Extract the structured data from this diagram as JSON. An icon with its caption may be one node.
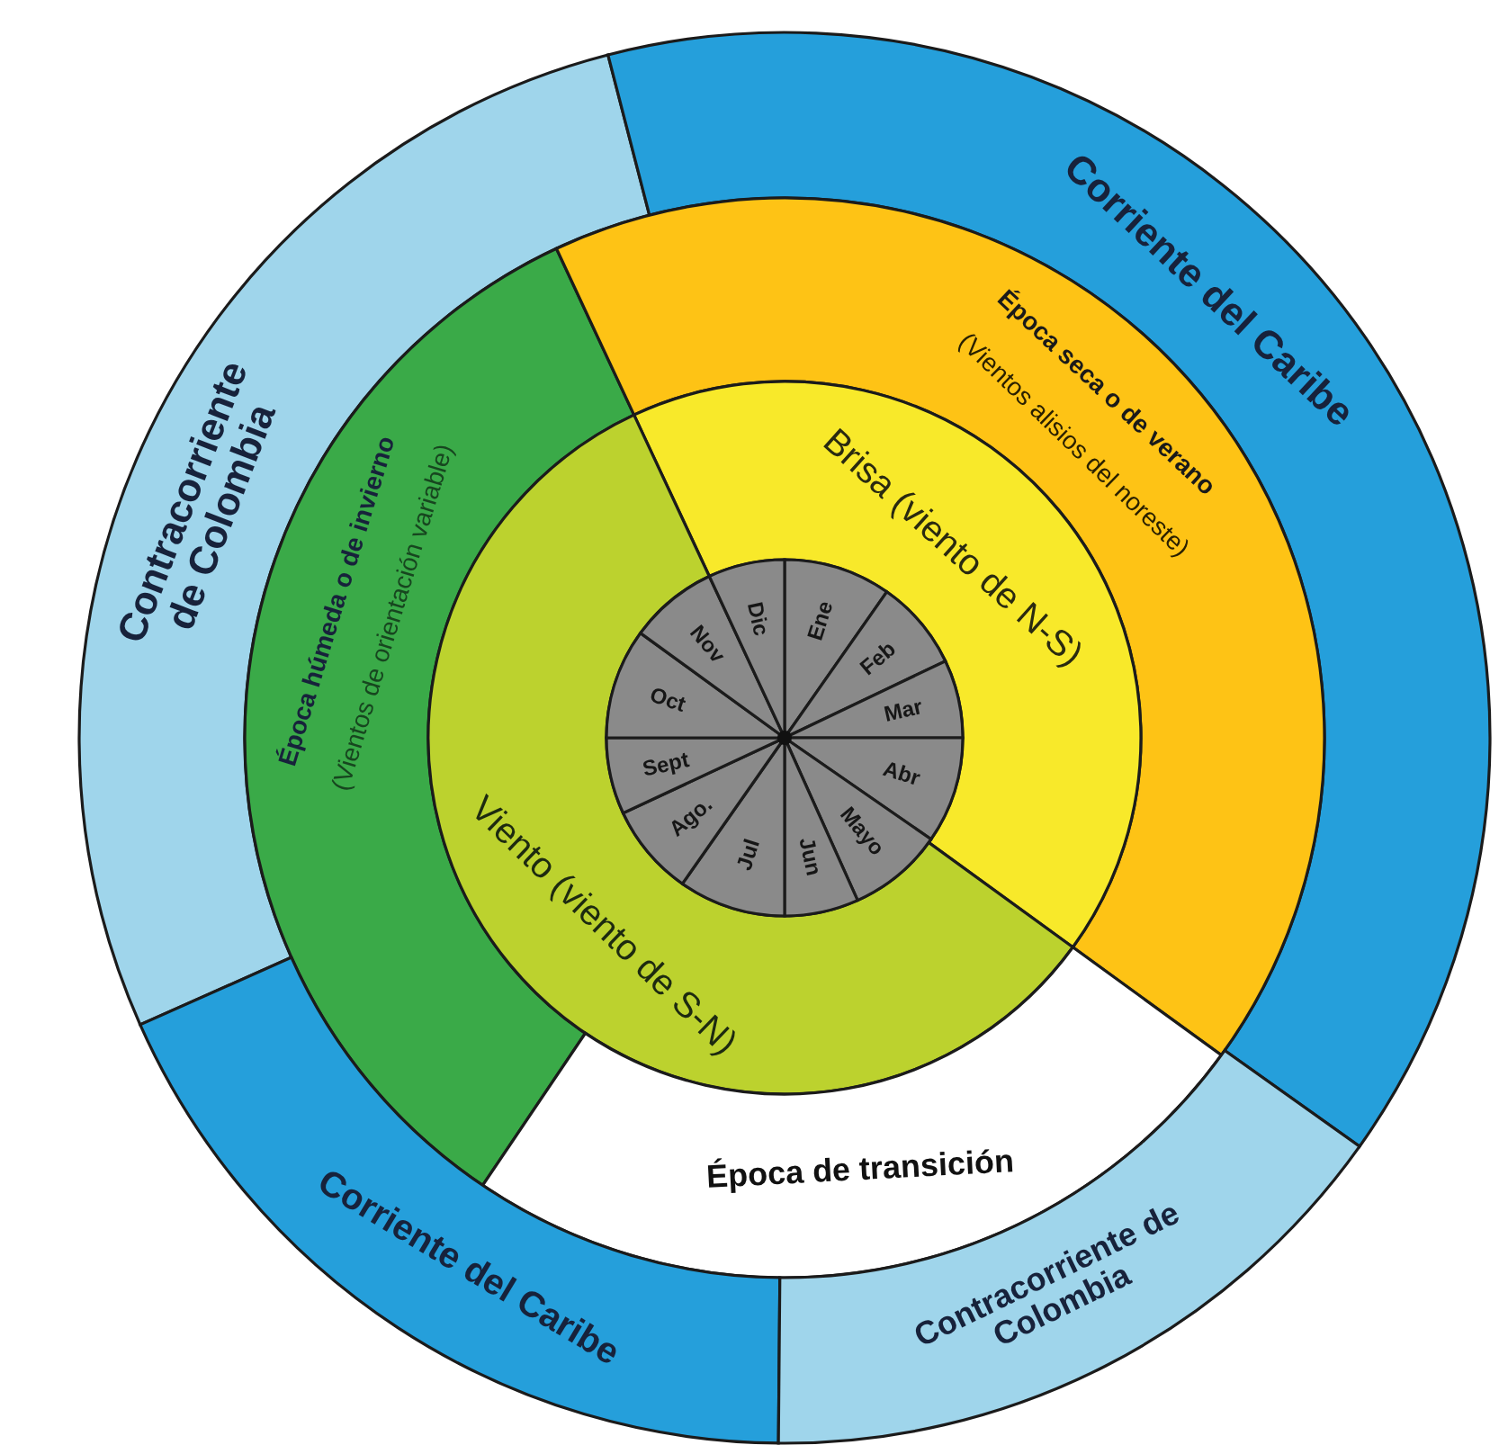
{
  "diagram": {
    "nodes": [
      {
        "text": [
          "Contracorriente de Colombia"
        ]
      },
      {
        "text": [
          "Corriente del Caribe"
        ]
      },
      {
        "text": [
          "Época húmeda o de invierno",
          "(Vientos de orientación variable)"
        ]
      },
      {
        "text": [
          "Época seca o de verano",
          "(Vientos alisios del noreste)"
        ]
      },
      {
        "text": [
          "Brisa (viento de N-S)"
        ]
      },
      {
        "text": [
          "Viento (viento de S-N)"
        ]
      },
      {
        "text": [
          "Ene"
        ]
      },
      {
        "text": [
          "Feb"
        ]
      },
      {
        "text": [
          "Mar"
        ]
      },
      {
        "text": [
          "Abr"
        ]
      },
      {
        "text": [
          "Mayo"
        ]
      },
      {
        "text": [
          "Jun"
        ]
      },
      {
        "text": [
          "Jul"
        ]
      },
      {
        "text": [
          "Ago."
        ]
      },
      {
        "text": [
          "Sept"
        ]
      },
      {
        "text": [
          "Oct"
        ]
      },
      {
        "text": [
          "Nov"
        ]
      },
      {
        "text": [
          "Dic"
        ]
      },
      {
        "text": [
          "Época de transición"
        ]
      },
      {
        "text": [
          "Corriente del Caribe"
        ]
      },
      {
        "text": [
          "Contracorriente de Colombia"
        ]
      }
    ]
  }
}
